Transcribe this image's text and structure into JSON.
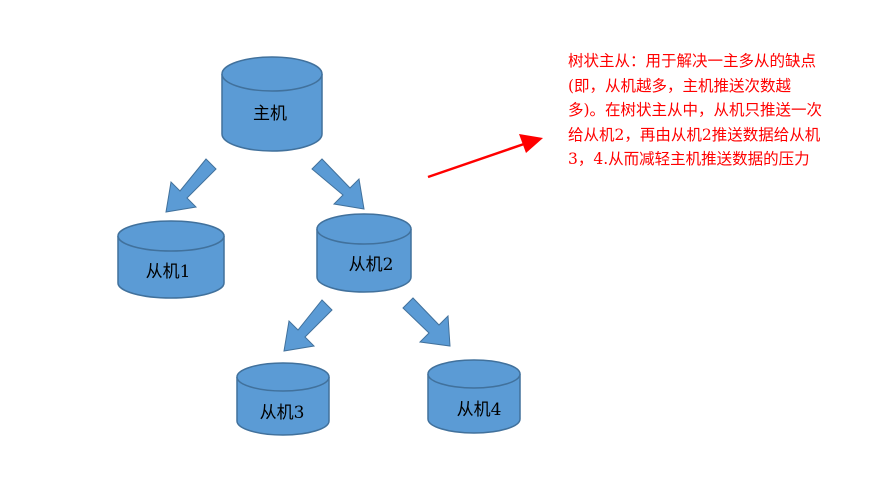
{
  "nodes": {
    "master": "主机",
    "slave1": "从机1",
    "slave2": "从机2",
    "slave3": "从机3",
    "slave4": "从机4"
  },
  "note": {
    "lines": [
      "树状主从：用于解决一主多从的缺点",
      "(即，从机越多，主机推送次数越",
      "多)。在树状主从中，从机只推送一次",
      "给从机2，再由从机2推送数据给从机",
      "3，4.从而减轻主机推送数据的压力"
    ],
    "color": "#ff0000"
  },
  "colors": {
    "cylinder_fill": "#5b9bd5",
    "cylinder_stroke": "#41719c",
    "arrow_fill": "#5b9bd5",
    "pointer_color": "#ff0000"
  }
}
